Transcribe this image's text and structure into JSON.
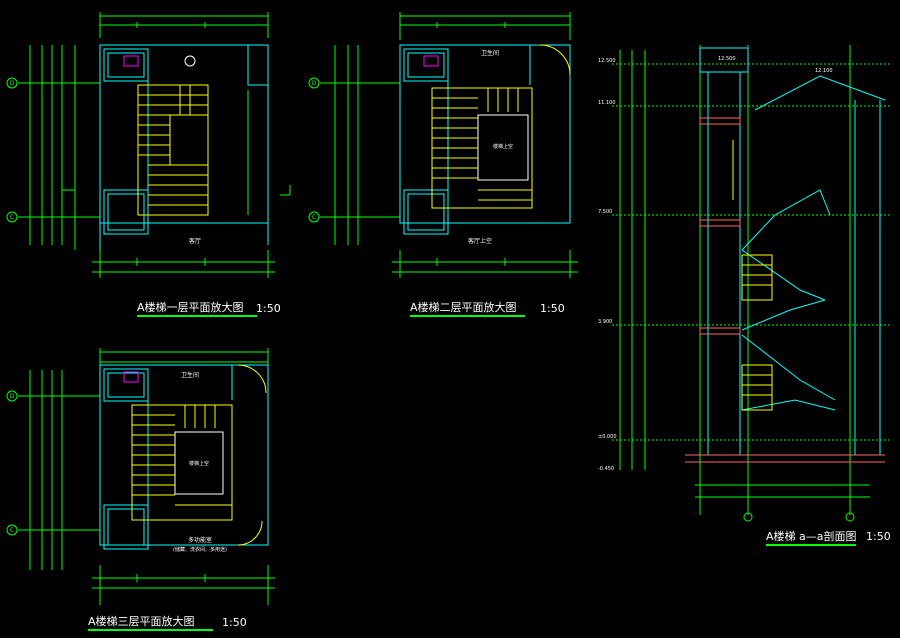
{
  "drawings": [
    {
      "title": "A楼梯一层平面放大图",
      "scale": "1:50"
    },
    {
      "title": "A楼梯二层平面放大图",
      "scale": "1:50"
    },
    {
      "title": "A楼梯三层平面放大图",
      "scale": "1:50"
    },
    {
      "title": "A楼梯  a—a剖面图",
      "scale": "1:50"
    }
  ],
  "axis_labels": {
    "d": "D",
    "c": "C"
  },
  "room_labels": {
    "p1_bottom": "客厅",
    "p2_bottom": "客厅上空",
    "p2_top": "卫生间",
    "p3_top": "卫生间",
    "p3_bottom_a": "多功能室",
    "p3_bottom_b": "(储藏、洗衣间、多用途)",
    "p2_void": "楼梯上空",
    "p3_void": "楼梯上空"
  },
  "elevations": {
    "e1": "12.500",
    "e2": "11.100",
    "e3": "7.500",
    "e4": "3.900",
    "e5": "±0.000",
    "e6": "-0.450",
    "e7": "12.100",
    "e8": "12.500"
  },
  "colors": {
    "background": "#000000",
    "walls": "#00ffff",
    "dims": "#00ff00",
    "stairs": "#ffff00",
    "annot": "#ffffff",
    "magenta": "#ff00ff"
  }
}
